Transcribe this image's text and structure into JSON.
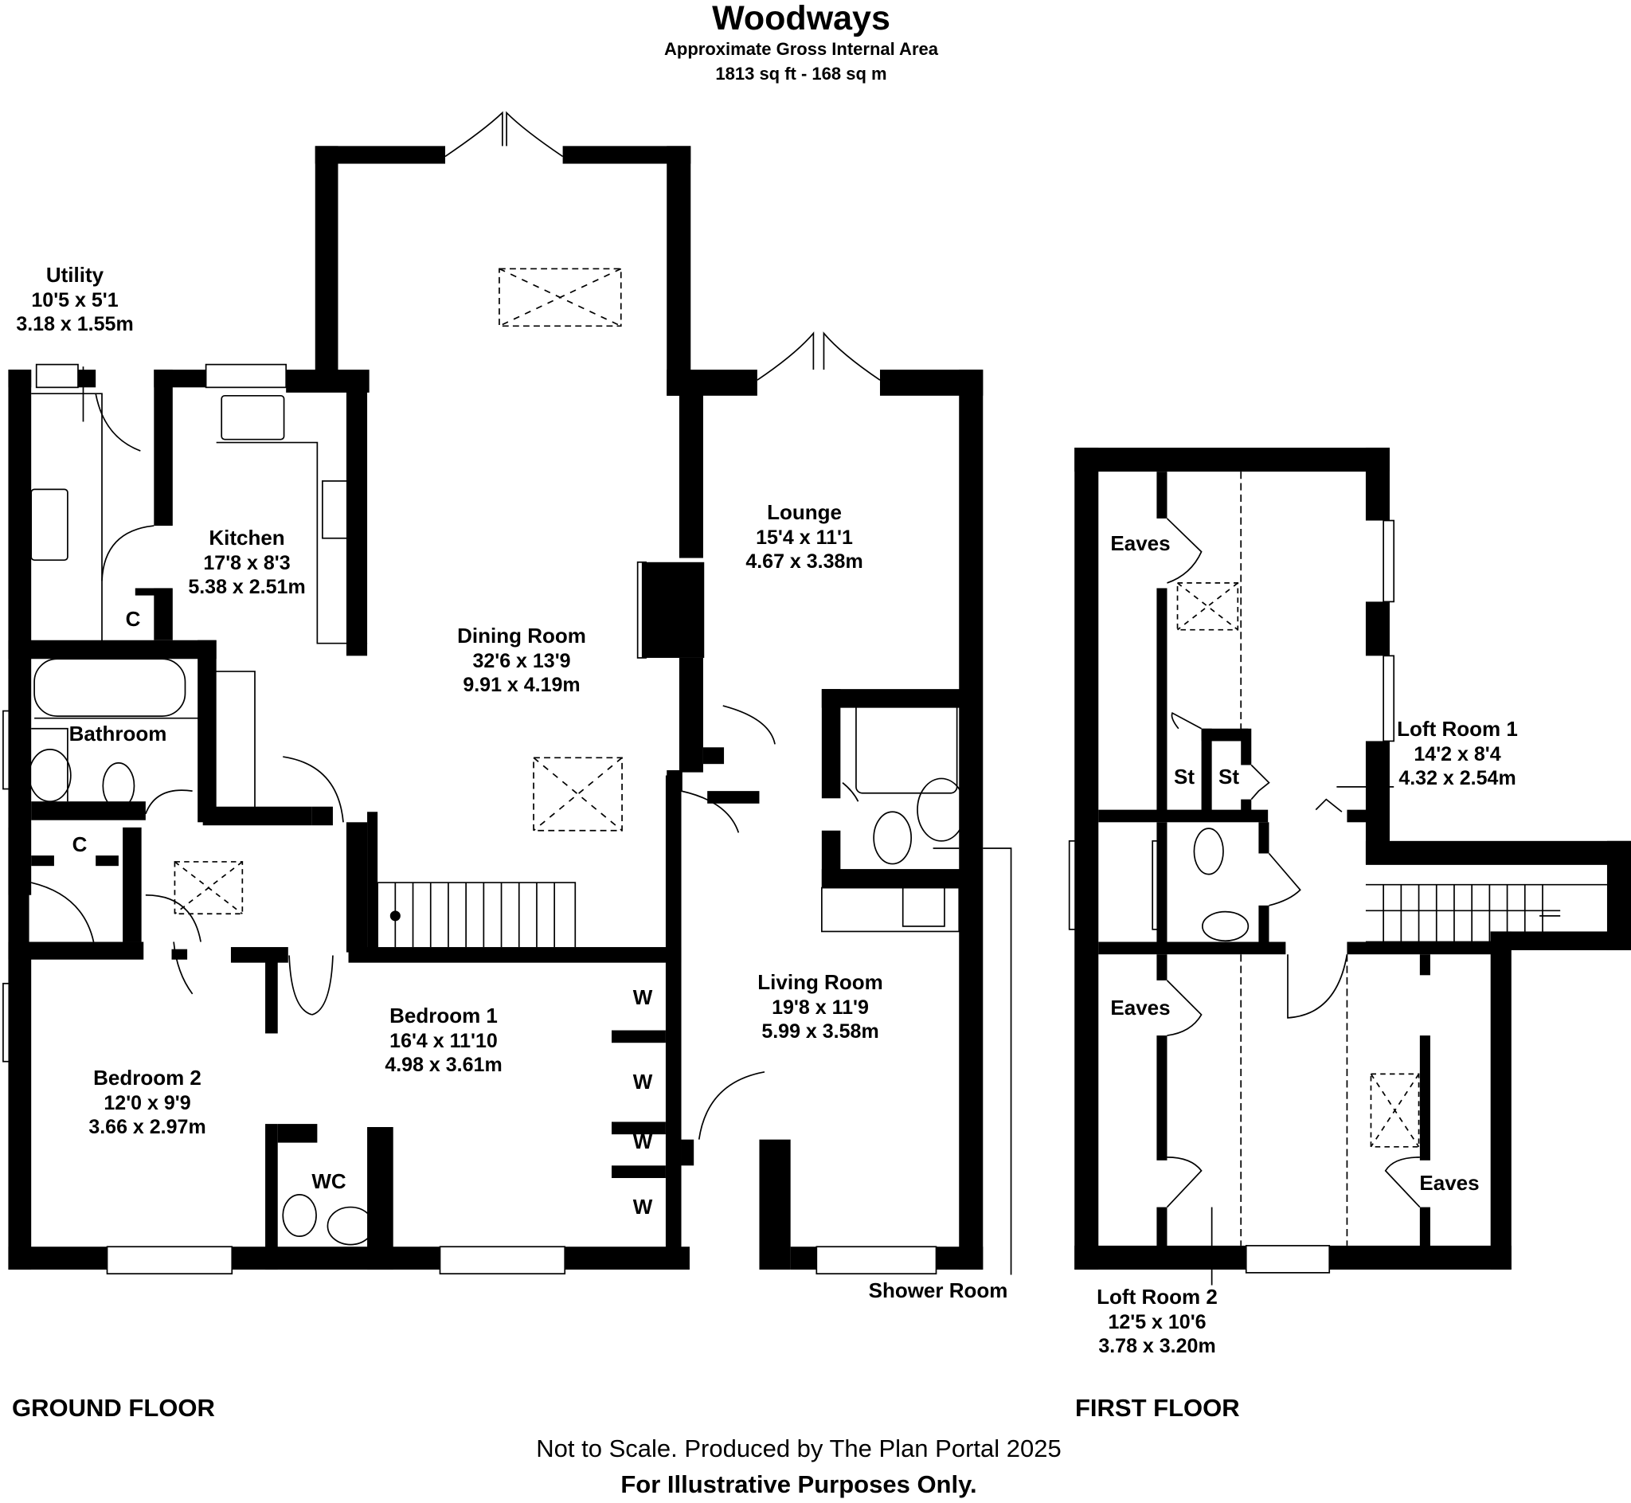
{
  "header": {
    "title": "Woodways",
    "area_label": "Approximate Gross Internal Area",
    "area_value": "1813 sq ft - 168 sq m"
  },
  "ground_floor": {
    "label": "GROUND FLOOR",
    "rooms": [
      {
        "name": "Utility",
        "imperial": "10'5 x 5'1",
        "metric": "3.18 x 1.55m"
      },
      {
        "name": "Kitchen",
        "imperial": "17'8 x 8'3",
        "metric": "5.38 x 2.51m"
      },
      {
        "name": "Dining Room",
        "imperial": "32'6 x 13'9",
        "metric": "9.91 x 4.19m"
      },
      {
        "name": "Lounge",
        "imperial": "15'4 x 11'1",
        "metric": "4.67 x 3.38m"
      },
      {
        "name": "Bathroom"
      },
      {
        "name": "Bedroom 2",
        "imperial": "12'0 x 9'9",
        "metric": "3.66 x 2.97m"
      },
      {
        "name": "Bedroom 1",
        "imperial": "16'4 x 11'10",
        "metric": "4.98 x 3.61m"
      },
      {
        "name": "WC"
      },
      {
        "name": "Living Room",
        "imperial": "19'8 x 11'9",
        "metric": "5.99 x 3.58m"
      },
      {
        "name": "Shower Room"
      }
    ],
    "cupboards": [
      "C",
      "C"
    ],
    "wardrobes": [
      "W",
      "W",
      "W",
      "W"
    ]
  },
  "first_floor": {
    "label": "FIRST FLOOR",
    "rooms": [
      {
        "name": "Loft Room 1",
        "imperial": "14'2 x 8'4",
        "metric": "4.32 x 2.54m"
      },
      {
        "name": "Loft Room 2",
        "imperial": "12'5 x 10'6",
        "metric": "3.78 x 3.20m"
      }
    ],
    "eaves": [
      "Eaves",
      "Eaves",
      "Eaves"
    ],
    "storage": [
      "St",
      "St"
    ]
  },
  "footer": {
    "disclaimer": "Not to Scale. Produced by The Plan Portal 2025",
    "notice": "For Illustrative Purposes Only."
  },
  "colors": {
    "wall": "#000000",
    "background": "#ffffff"
  }
}
